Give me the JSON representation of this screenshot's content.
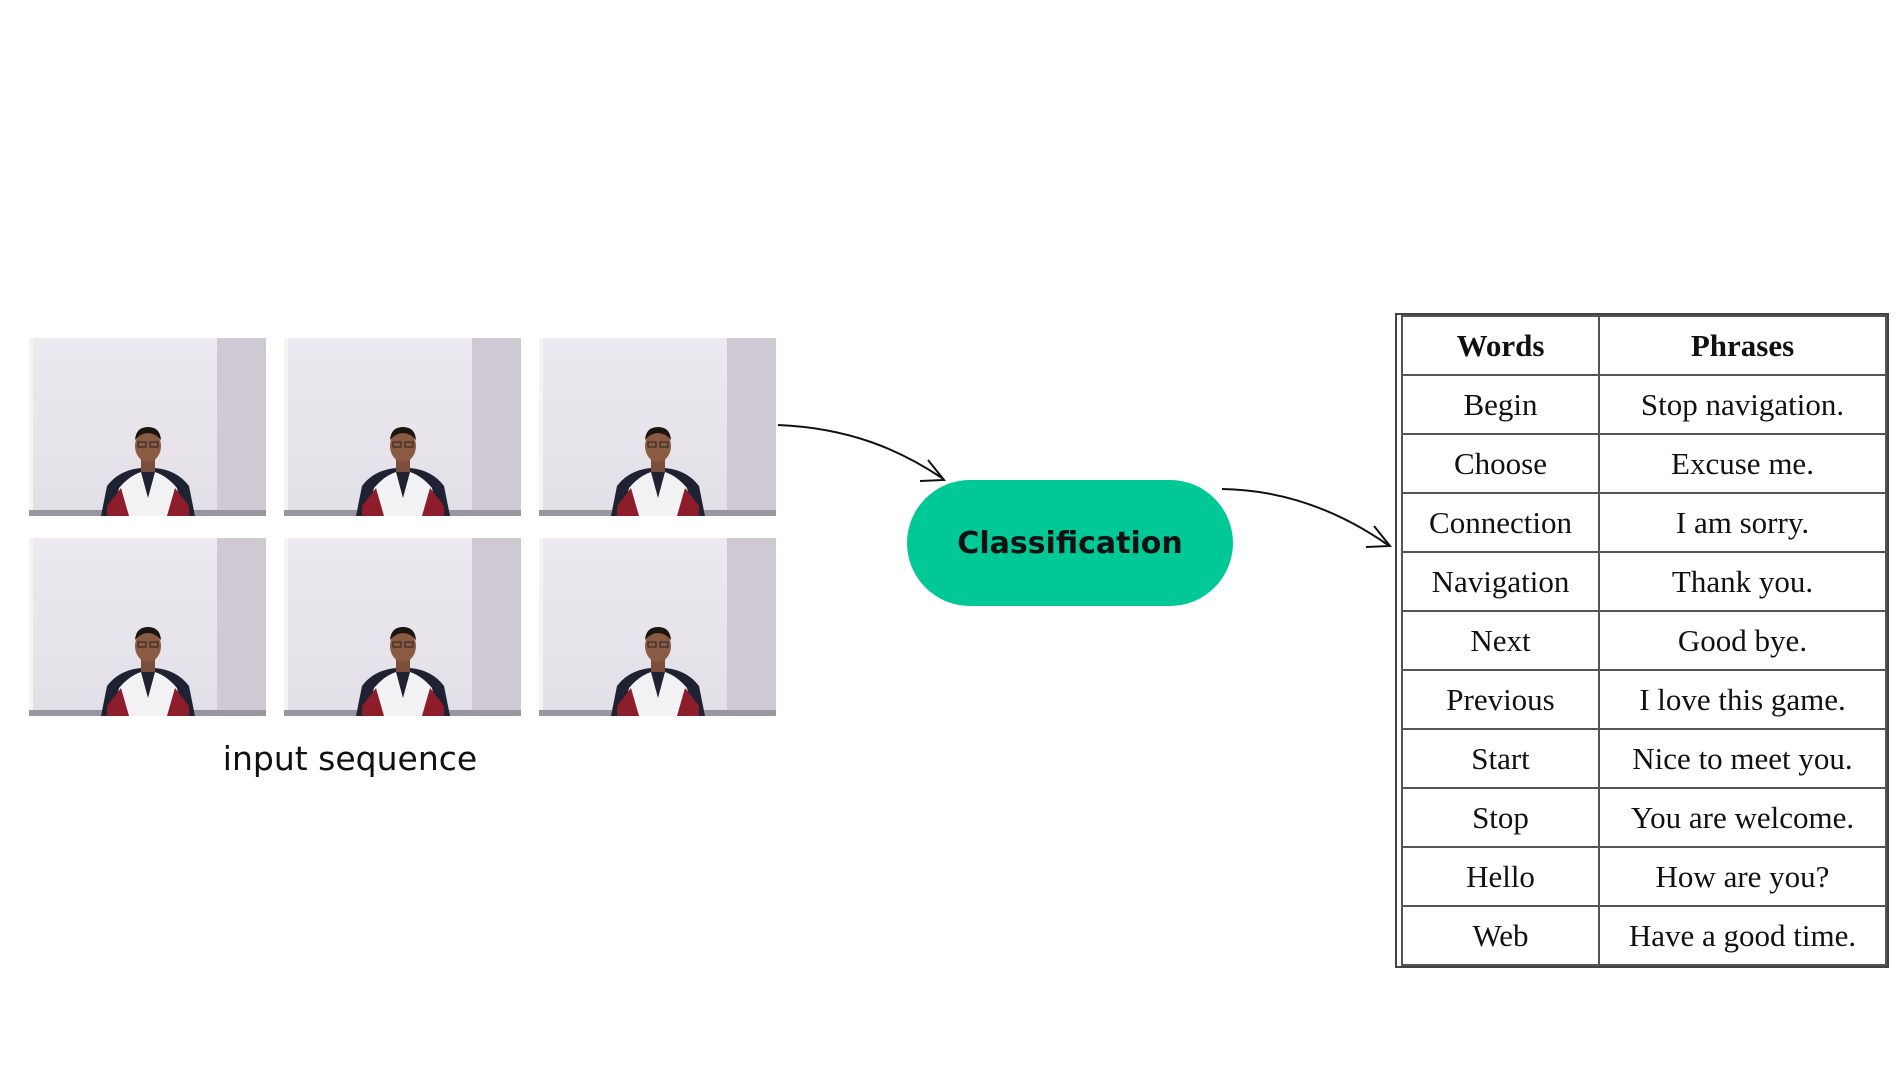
{
  "input": {
    "label": "input sequence",
    "frame_count": 6
  },
  "classifier": {
    "label": "Classification",
    "color": "#00c896"
  },
  "table": {
    "headers": [
      "Words",
      "Phrases"
    ],
    "rows": [
      [
        "Begin",
        "Stop navigation."
      ],
      [
        "Choose",
        "Excuse me."
      ],
      [
        "Connection",
        "I am sorry."
      ],
      [
        "Navigation",
        "Thank you."
      ],
      [
        "Next",
        "Good bye."
      ],
      [
        "Previous",
        "I love this game."
      ],
      [
        "Start",
        "Nice to meet you."
      ],
      [
        "Stop",
        "You are welcome."
      ],
      [
        "Hello",
        "How are you?"
      ],
      [
        "Web",
        "Have a good time."
      ]
    ]
  }
}
